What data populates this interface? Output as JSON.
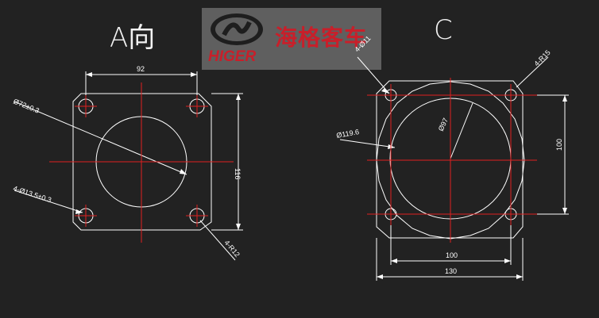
{
  "logo": {
    "chinese": "海格客车",
    "english": "HIGER",
    "accent_color": "#c81f2a"
  },
  "view_a": {
    "title": "A向",
    "dim_bolt_spacing": "92",
    "dim_height": "116",
    "dim_bore": "Ø72±0.3",
    "dim_holes": "4-Ø13.5±0.3",
    "dim_corner": "4-R12"
  },
  "view_c": {
    "title": "C",
    "dim_holes": "4-Ø11",
    "dim_corner": "4-R15",
    "dim_outer": "Ø119.6",
    "dim_inner": "Ø97",
    "dim_height": "100",
    "dim_bolt_spacing": "100",
    "dim_width": "130"
  },
  "colors": {
    "background": "#222222",
    "outline": "#ffffff",
    "centerline": "#e02020"
  }
}
